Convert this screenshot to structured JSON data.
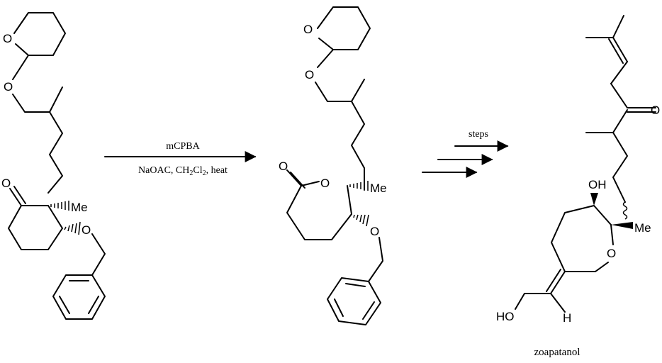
{
  "step1": {
    "reagent_above": "mCPBA",
    "cond_a": "NaOAC, CH",
    "cond_sub1": "2",
    "cond_b": "Cl",
    "cond_sub2": "2",
    "cond_c": ", heat"
  },
  "step2": {
    "label": "steps"
  },
  "product": {
    "name": "zoapatanol"
  },
  "atoms": {
    "o": "O",
    "me": "Me",
    "oh": "OH",
    "ho": "HO",
    "h": "H"
  },
  "colors": {
    "ink": "#000000",
    "background": "#ffffff"
  }
}
